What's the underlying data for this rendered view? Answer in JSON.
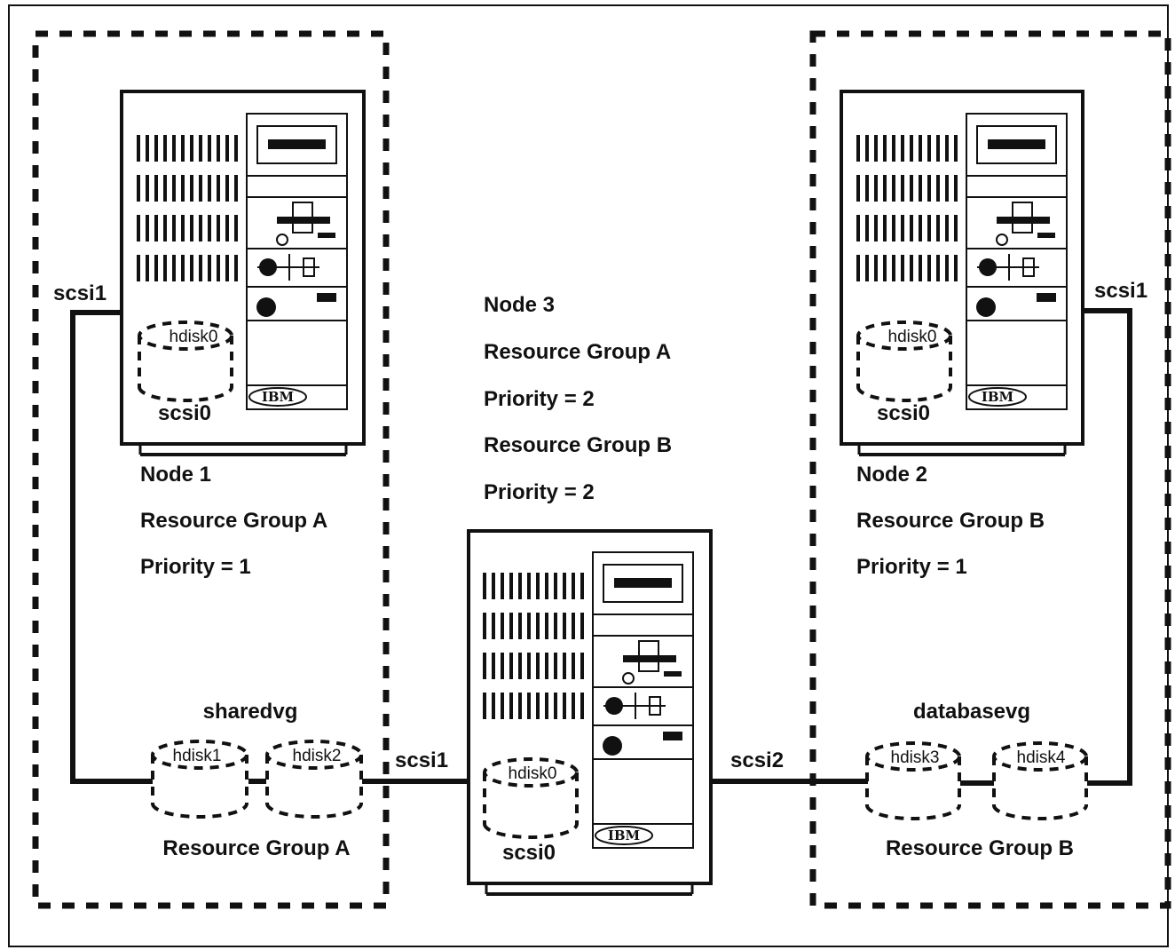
{
  "node1": {
    "title": "Node 1",
    "group": "Resource Group A",
    "priority": "Priority = 1",
    "scsi_bus": "scsi1",
    "local_disk": "hdisk0",
    "local_controller": "scsi0",
    "brand": "IBM"
  },
  "node2": {
    "title": "Node 2",
    "group": "Resource Group B",
    "priority": "Priority = 1",
    "scsi_bus": "scsi1",
    "local_disk": "hdisk0",
    "local_controller": "scsi0",
    "brand": "IBM"
  },
  "node3": {
    "title": "Node 3",
    "group_a": "Resource Group A",
    "priority_a": "Priority = 2",
    "group_b": "Resource Group B",
    "priority_b": "Priority = 2",
    "scsi_bus_left": "scsi1",
    "scsi_bus_right": "scsi2",
    "local_disk": "hdisk0",
    "local_controller": "scsi0",
    "brand": "IBM"
  },
  "shared_vg": {
    "name": "sharedvg",
    "disks": [
      "hdisk1",
      "hdisk2"
    ],
    "group": "Resource Group A"
  },
  "database_vg": {
    "name": "databasevg",
    "disks": [
      "hdisk3",
      "hdisk4"
    ],
    "group": "Resource Group B"
  },
  "colors": {
    "ink": "#111111",
    "background": "#ffffff"
  }
}
